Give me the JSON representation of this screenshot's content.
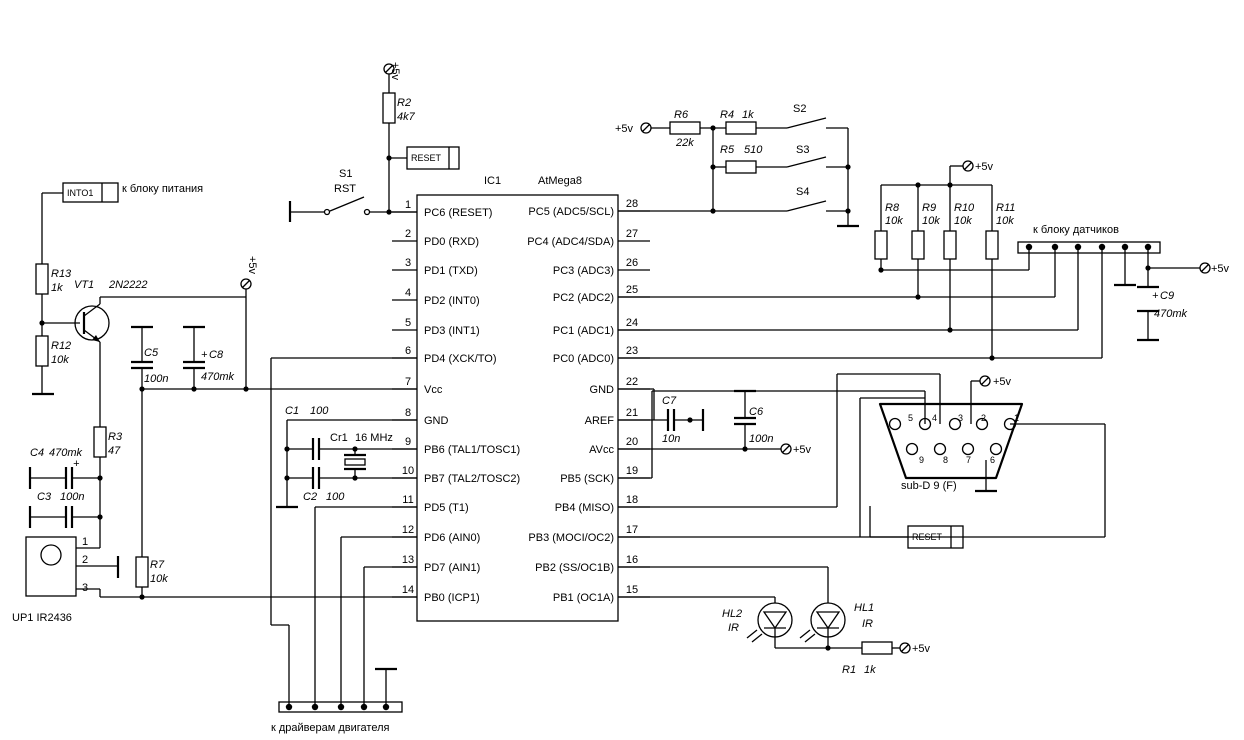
{
  "ic": {
    "ref": "IC1",
    "part": "AtMega8",
    "left_pins": [
      {
        "num": "1",
        "name": "PC6 (RESET)"
      },
      {
        "num": "2",
        "name": "PD0 (RXD)"
      },
      {
        "num": "3",
        "name": "PD1 (TXD)"
      },
      {
        "num": "4",
        "name": "PD2 (INT0)"
      },
      {
        "num": "5",
        "name": "PD3 (INT1)"
      },
      {
        "num": "6",
        "name": "PD4 (XCK/TO)"
      },
      {
        "num": "7",
        "name": "Vcc"
      },
      {
        "num": "8",
        "name": "GND"
      },
      {
        "num": "9",
        "name": "PB6 (TAL1/TOSC1)"
      },
      {
        "num": "10",
        "name": "PB7 (TAL2/TOSC2)"
      },
      {
        "num": "11",
        "name": "PD5 (T1)"
      },
      {
        "num": "12",
        "name": "PD6 (AIN0)"
      },
      {
        "num": "13",
        "name": "PD7 (AIN1)"
      },
      {
        "num": "14",
        "name": "PB0 (ICP1)"
      }
    ],
    "right_pins": [
      {
        "num": "28",
        "name": "PC5 (ADC5/SCL)"
      },
      {
        "num": "27",
        "name": "PC4 (ADC4/SDA)"
      },
      {
        "num": "26",
        "name": "PC3 (ADC3)"
      },
      {
        "num": "25",
        "name": "PC2 (ADC2)"
      },
      {
        "num": "24",
        "name": "PC1 (ADC1)"
      },
      {
        "num": "23",
        "name": "PC0 (ADC0)"
      },
      {
        "num": "22",
        "name": "GND"
      },
      {
        "num": "21",
        "name": "AREF"
      },
      {
        "num": "20",
        "name": "AVcc"
      },
      {
        "num": "19",
        "name": "PB5 (SCK)"
      },
      {
        "num": "18",
        "name": "PB4 (MISO)"
      },
      {
        "num": "17",
        "name": "PB3 (MOCI/OC2)"
      },
      {
        "num": "16",
        "name": "PB2 (SS/OC1B)"
      },
      {
        "num": "15",
        "name": "PB1 (OC1A)"
      }
    ]
  },
  "supply": "+5v",
  "supply_vertical": "+5v",
  "reset_label": "RESET",
  "int0_label": "INTO1",
  "to_power_unit": "к блоку питания",
  "to_sensor_unit": "к блоку датчиков",
  "to_motor_drivers": "к драйверам двигателя",
  "s1": {
    "ref": "S1",
    "name": "RST"
  },
  "s2": {
    "ref": "S2"
  },
  "s3": {
    "ref": "S3"
  },
  "s4": {
    "ref": "S4"
  },
  "r1": {
    "ref": "R1",
    "value": "1k"
  },
  "r2": {
    "ref": "R2",
    "value": "4k7"
  },
  "r3": {
    "ref": "R3",
    "value": "47"
  },
  "r4": {
    "ref": "R4",
    "value": "1k"
  },
  "r5": {
    "ref": "R5",
    "value": "510"
  },
  "r6": {
    "ref": "R6",
    "value": "22k"
  },
  "r7": {
    "ref": "R7",
    "value": "10k"
  },
  "r8": {
    "ref": "R8",
    "value": "10k"
  },
  "r9": {
    "ref": "R9",
    "value": "10k"
  },
  "r10": {
    "ref": "R10",
    "value": "10k"
  },
  "r11": {
    "ref": "R11",
    "value": "10k"
  },
  "r12": {
    "ref": "R12",
    "value": "10k"
  },
  "r13": {
    "ref": "R13",
    "value": "1k"
  },
  "c1": {
    "ref": "C1",
    "value": "100"
  },
  "c2": {
    "ref": "C2",
    "value": "100"
  },
  "c3": {
    "ref": "C3",
    "value": "100n"
  },
  "c4": {
    "ref": "C4",
    "value": "470mk"
  },
  "c5": {
    "ref": "C5",
    "value": "100n"
  },
  "c6": {
    "ref": "C6",
    "value": "100n"
  },
  "c7": {
    "ref": "C7",
    "value": "10n"
  },
  "c8": {
    "ref": "C8",
    "value": "470mk"
  },
  "c9": {
    "ref": "C9",
    "value": "470mk"
  },
  "plus": "+",
  "cr1": {
    "ref": "Cr1",
    "value": "16 MHz"
  },
  "vt1": {
    "ref": "VT1",
    "part": "2N2222"
  },
  "up1": {
    "label": "UP1 IR2436",
    "pins": [
      "1",
      "2",
      "3"
    ]
  },
  "hl1": {
    "ref": "HL1",
    "type": "IR"
  },
  "hl2": {
    "ref": "HL2",
    "type": "IR"
  },
  "subd": {
    "label": "sub-D 9 (F)",
    "pins": [
      "5",
      "4",
      "3",
      "2",
      "1",
      "9",
      "8",
      "7",
      "6"
    ]
  }
}
